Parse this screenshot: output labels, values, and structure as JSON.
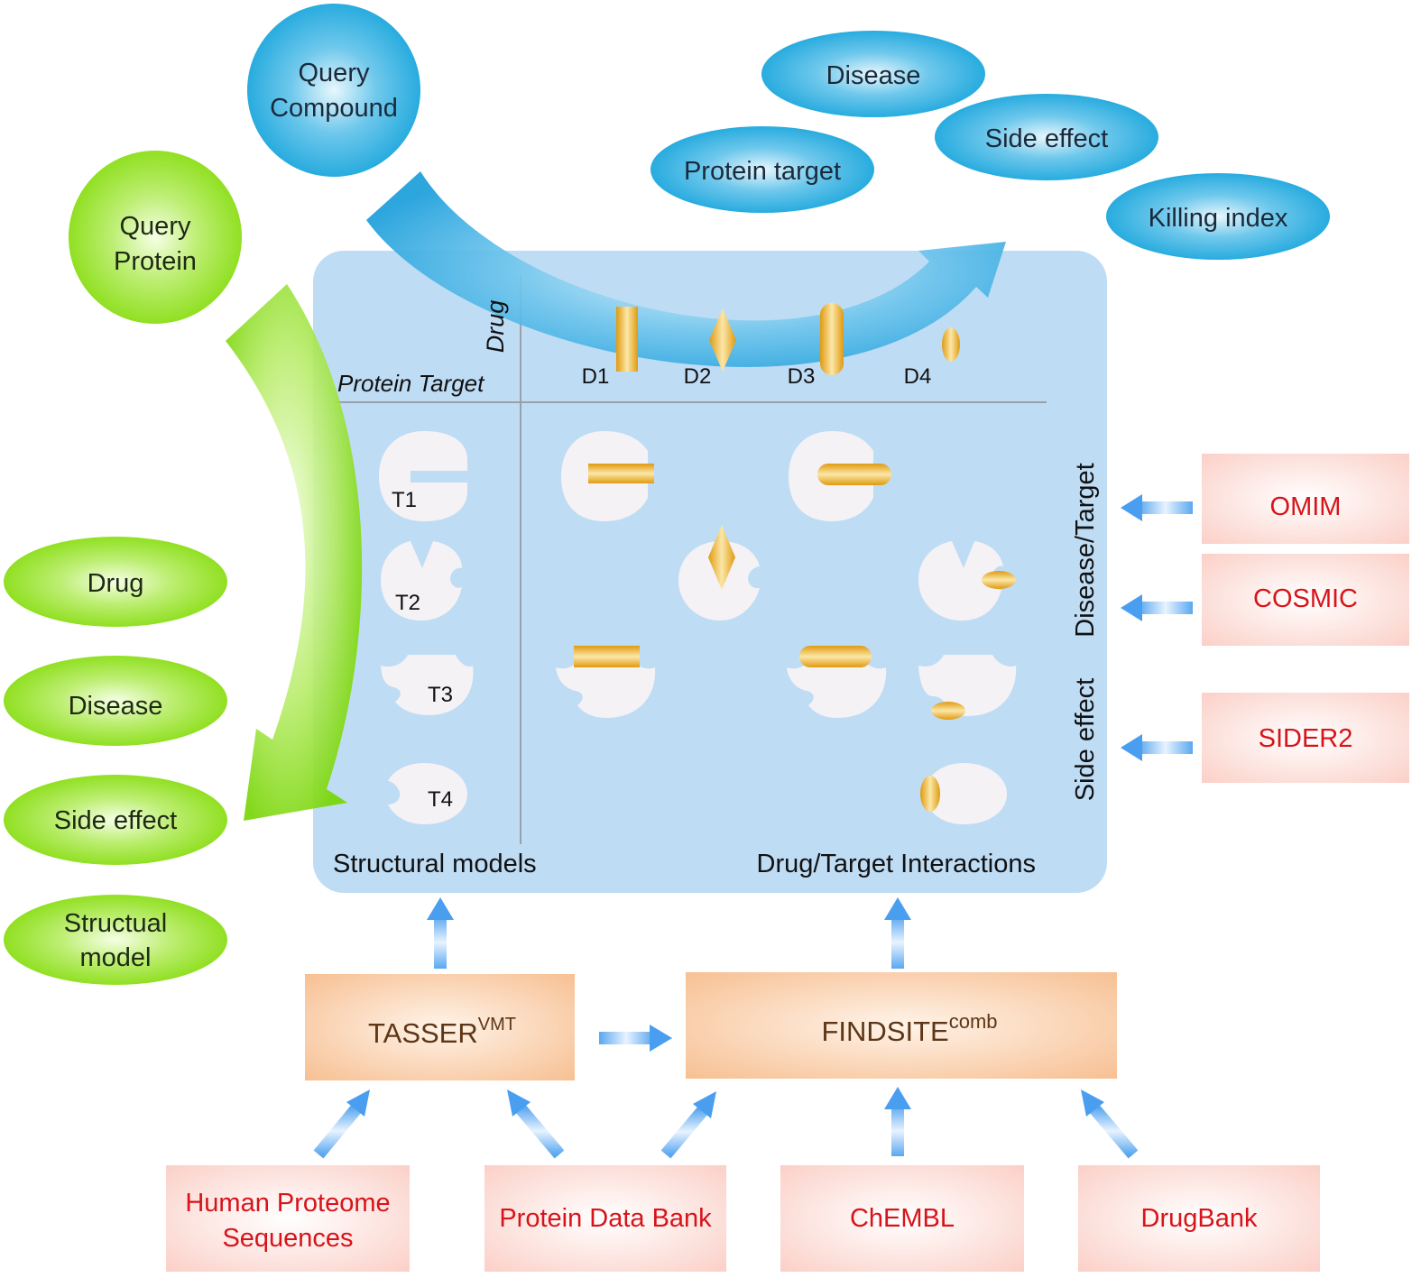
{
  "query_compound": {
    "line1": "Query",
    "line2": "Compound"
  },
  "query_protein": {
    "line1": "Query",
    "line2": "Protein"
  },
  "compound_outputs": [
    "Disease",
    "Protein target",
    "Side effect",
    "Killing index"
  ],
  "protein_outputs": {
    "drug": "Drug",
    "disease": "Disease",
    "side_effect": "Side effect",
    "structual_model": {
      "line1": "Structual",
      "line2": "model"
    }
  },
  "matrix": {
    "drug_axis": "Drug",
    "target_axis": "Protein Target",
    "drugs": [
      "D1",
      "D2",
      "D3",
      "D4"
    ],
    "targets": [
      "T1",
      "T2",
      "T3",
      "T4"
    ],
    "left_caption": "Structural models",
    "right_caption": "Drug/Target Interactions",
    "side_disease_target": "Disease/Target",
    "side_side_effect": "Side effect"
  },
  "tools": {
    "tasser": {
      "base": "TASSER",
      "sup": "VMT"
    },
    "findsite": {
      "base": "FINDSITE",
      "sup": "comb"
    }
  },
  "databases_right": [
    "OMIM",
    "COSMIC",
    "SIDER2"
  ],
  "databases_bottom": {
    "human_proteome": {
      "line1": "Human Proteome",
      "line2": "Sequences"
    },
    "pdb": "Protein Data Bank",
    "chembl": "ChEMBL",
    "drugbank": "DrugBank"
  },
  "colors": {
    "blue_node": "#1aa6dc",
    "green_node": "#88dd12",
    "panel": "#bfdcf5",
    "tool_box": "#f7c093",
    "db_box": "#fbd6cf",
    "db_text": "#d7141a",
    "tool_text": "#5c3617",
    "drug_gold": "#e1a018"
  }
}
